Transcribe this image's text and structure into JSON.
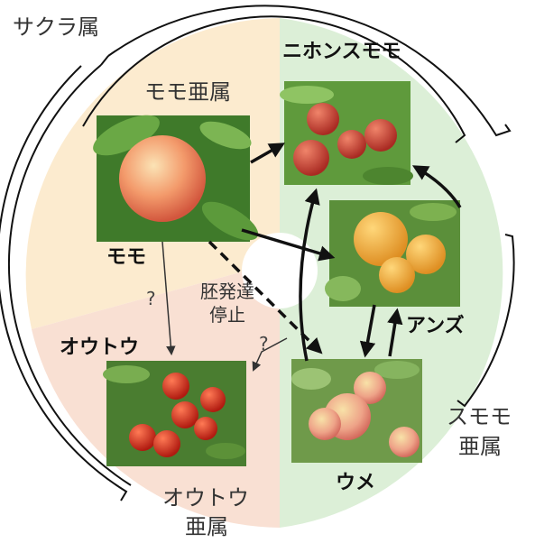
{
  "labels": {
    "genus": "サクラ属",
    "subgenus_momo": "モモ亜属",
    "subgenus_otouto_line1": "オウトウ",
    "subgenus_otouto_line2": "亜属",
    "subgenus_sumomo_line1": "スモモ",
    "subgenus_sumomo_line2": "亜属",
    "embryo_line1": "胚発達",
    "embryo_line2": "停止",
    "question_mark": "?"
  },
  "species": {
    "momo": "モモ",
    "nihonsumomo": "ニホンスモモ",
    "anzu": "アンズ",
    "ume": "ウメ",
    "otouto": "オウトウ"
  },
  "colors": {
    "momo_sector": "#fcebcf",
    "otouto_sector": "#f9e0d3",
    "sumomo_sector": "#dcefd7",
    "outline": "#111111",
    "leaf": "#4f8a2e",
    "peach": "#f08a5d",
    "plum_red": "#c83a2e",
    "apricot": "#f2a535",
    "cherry": "#d62b1c",
    "ume_fruit": "#e98b7d"
  }
}
